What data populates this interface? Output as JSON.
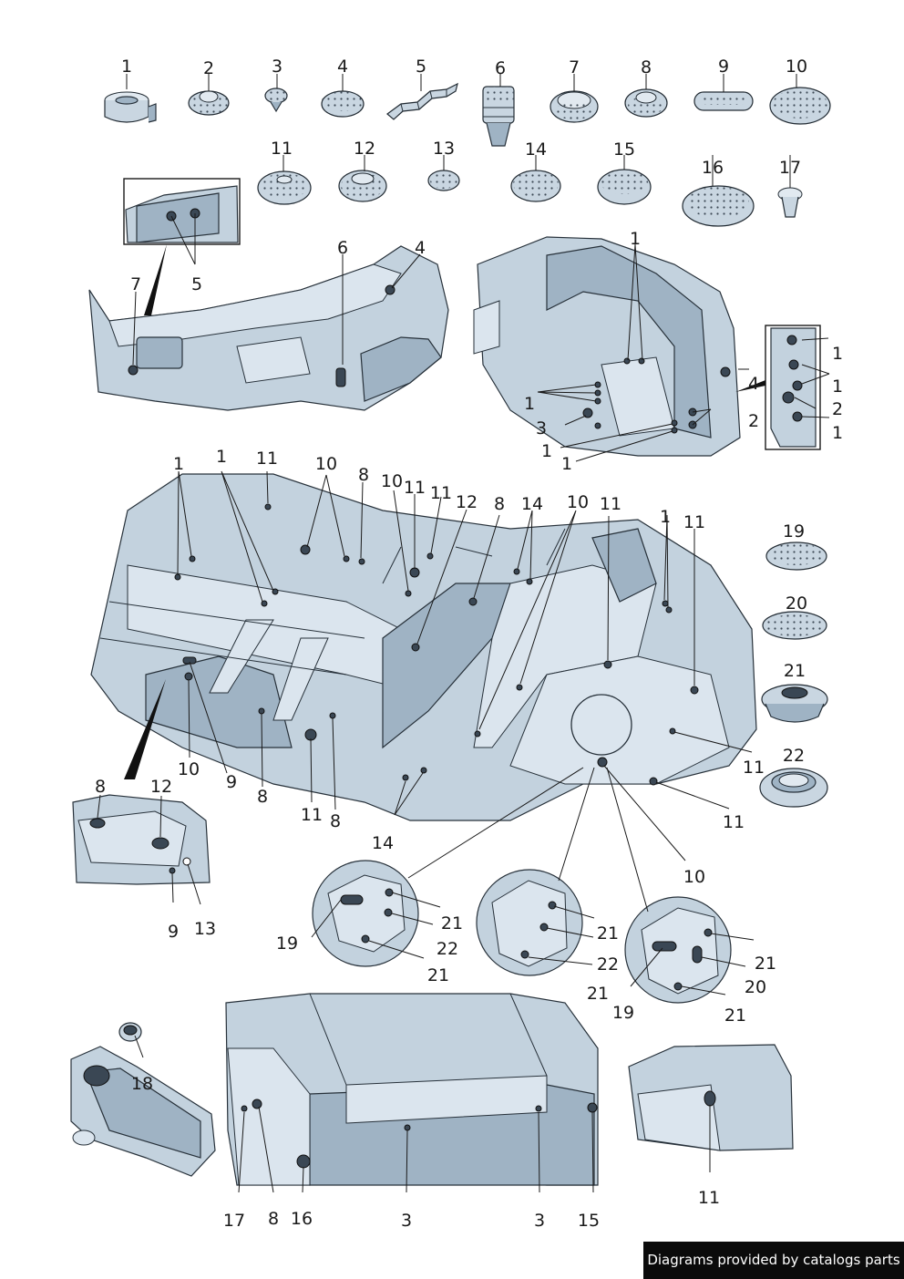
{
  "diagram": {
    "part_callouts": [
      "1",
      "2",
      "3",
      "4",
      "5",
      "6",
      "7",
      "8",
      "9",
      "10",
      "11",
      "12",
      "13",
      "14",
      "15",
      "16",
      "17"
    ],
    "side_callouts": [
      "19",
      "20",
      "21",
      "22"
    ],
    "upper_left_callouts": [
      "7",
      "5",
      "6",
      "4"
    ],
    "upper_right_callouts": [
      "1",
      "1",
      "3",
      "1",
      "1",
      "4",
      "2",
      "1",
      "1",
      "2",
      "1"
    ],
    "floor_callouts": [
      "1",
      "1",
      "11",
      "10",
      "8",
      "10",
      "11",
      "11",
      "12",
      "8",
      "14",
      "10",
      "11",
      "1",
      "11",
      "10",
      "9",
      "8",
      "11",
      "8",
      "11",
      "11",
      "10",
      "14"
    ],
    "floor_inset_callouts": [
      "8",
      "12",
      "9",
      "13"
    ],
    "detail_circle_callouts": [
      "19",
      "21",
      "22",
      "21",
      "21",
      "22",
      "21",
      "21",
      "20",
      "19",
      "21"
    ],
    "lower_callouts": [
      "18",
      "17",
      "8",
      "16",
      "3",
      "3",
      "15",
      "11"
    ]
  },
  "footer": {
    "credit": "Diagrams provided by catalogs parts"
  }
}
